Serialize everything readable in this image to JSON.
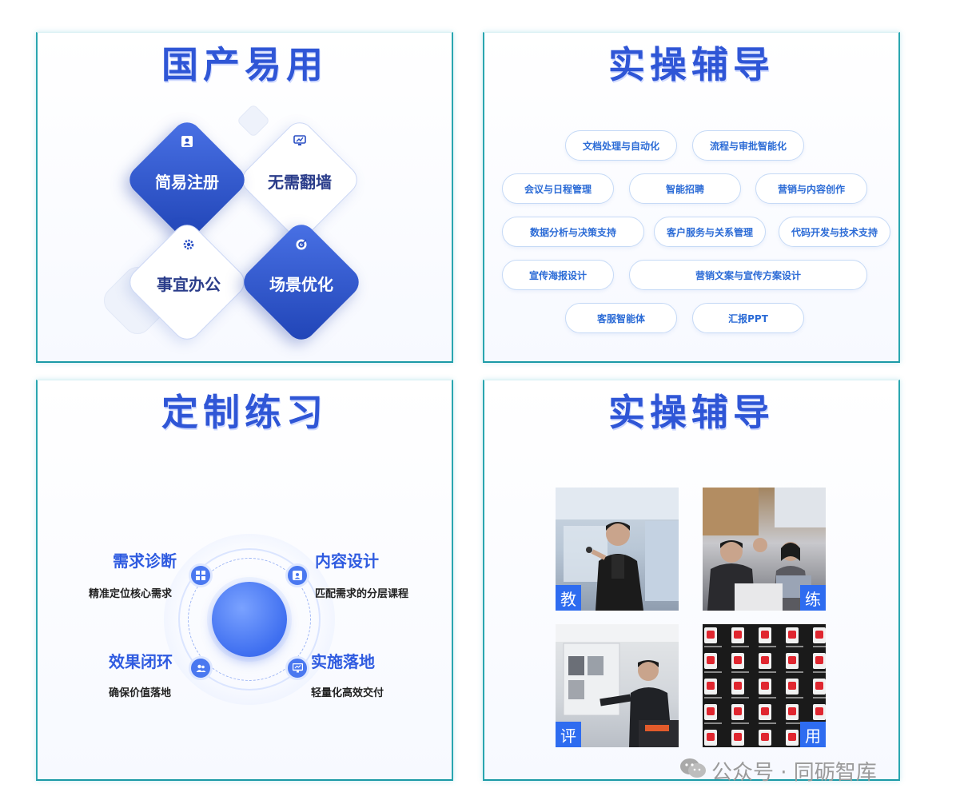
{
  "panels": {
    "p1": {
      "title": "国产易用",
      "items": [
        {
          "label": "简易注册",
          "icon": "user-card-icon"
        },
        {
          "label": "无需翻墙",
          "icon": "monitor-chart-icon"
        },
        {
          "label": "事宜办公",
          "icon": "gear-icon"
        },
        {
          "label": "场景优化",
          "icon": "target-icon"
        }
      ]
    },
    "p2": {
      "title": "实操辅导",
      "pills": [
        "文档处理与自动化",
        "流程与审批智能化",
        "会议与日程管理",
        "智能招聘",
        "营销与内容创作",
        "数据分析与决策支持",
        "客户服务与关系管理",
        "代码开发与技术支持",
        "宣传海报设计",
        "营销文案与宣传方案设计",
        "客服智能体",
        "汇报PPT"
      ]
    },
    "p3": {
      "title": "定制练习",
      "steps": [
        {
          "title": "需求诊断",
          "sub": "精准定位核心需求",
          "icon": "grid-icon"
        },
        {
          "title": "内容设计",
          "sub": "匹配需求的分层课程",
          "icon": "user-card-icon"
        },
        {
          "title": "实施落地",
          "sub": "轻量化高效交付",
          "icon": "monitor-chart-icon"
        },
        {
          "title": "效果闭环",
          "sub": "确保价值落地",
          "icon": "people-icon"
        }
      ]
    },
    "p4": {
      "title": "实操辅导",
      "photos": [
        {
          "tag": "教"
        },
        {
          "tag": "练"
        },
        {
          "tag": "评"
        },
        {
          "tag": "用"
        }
      ]
    }
  },
  "watermark": {
    "text": "公众号 · 同砺智库"
  },
  "colors": {
    "brand": "#2f56d6",
    "accent": "#2e6cf0",
    "border": "#1b9aa6"
  }
}
